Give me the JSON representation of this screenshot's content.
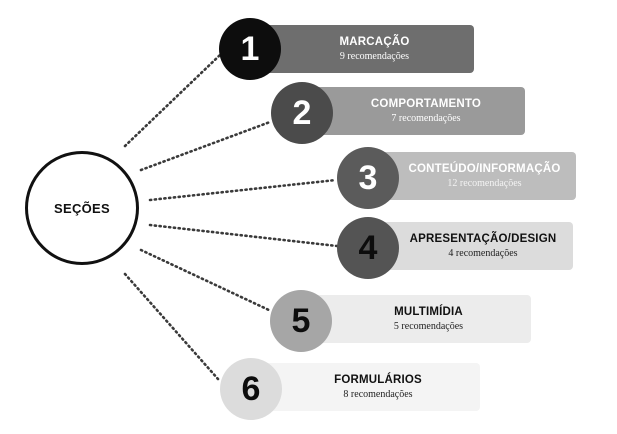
{
  "hub": {
    "label": "SEÇÕES"
  },
  "sections": [
    {
      "number": "1",
      "title": "MARCAÇÃO",
      "count": "9 recomendações"
    },
    {
      "number": "2",
      "title": "COMPORTAMENTO",
      "count": "7 recomendações"
    },
    {
      "number": "3",
      "title": "CONTEÚDO/INFORMAÇÃO",
      "count": "12 recomendações"
    },
    {
      "number": "4",
      "title": "APRESENTAÇÃO/DESIGN",
      "count": "4 recomendações"
    },
    {
      "number": "5",
      "title": "MULTIMÍDIA",
      "count": "5 recomendações"
    },
    {
      "number": "6",
      "title": "FORMULÁRIOS",
      "count": "8 recomendações"
    }
  ],
  "colors": {
    "connector": "#3a3a3a",
    "hub_border": "#111111",
    "number_fills": [
      "#0d0d0d",
      "#4b4b4b",
      "#5b5b5b",
      "#545454",
      "#a6a6a6",
      "#dcdcdc"
    ],
    "bar_fills": [
      "#6e6e6e",
      "#9a9a9a",
      "#bdbdbd",
      "#dcdcdc",
      "#ececec",
      "#f4f4f4"
    ]
  }
}
